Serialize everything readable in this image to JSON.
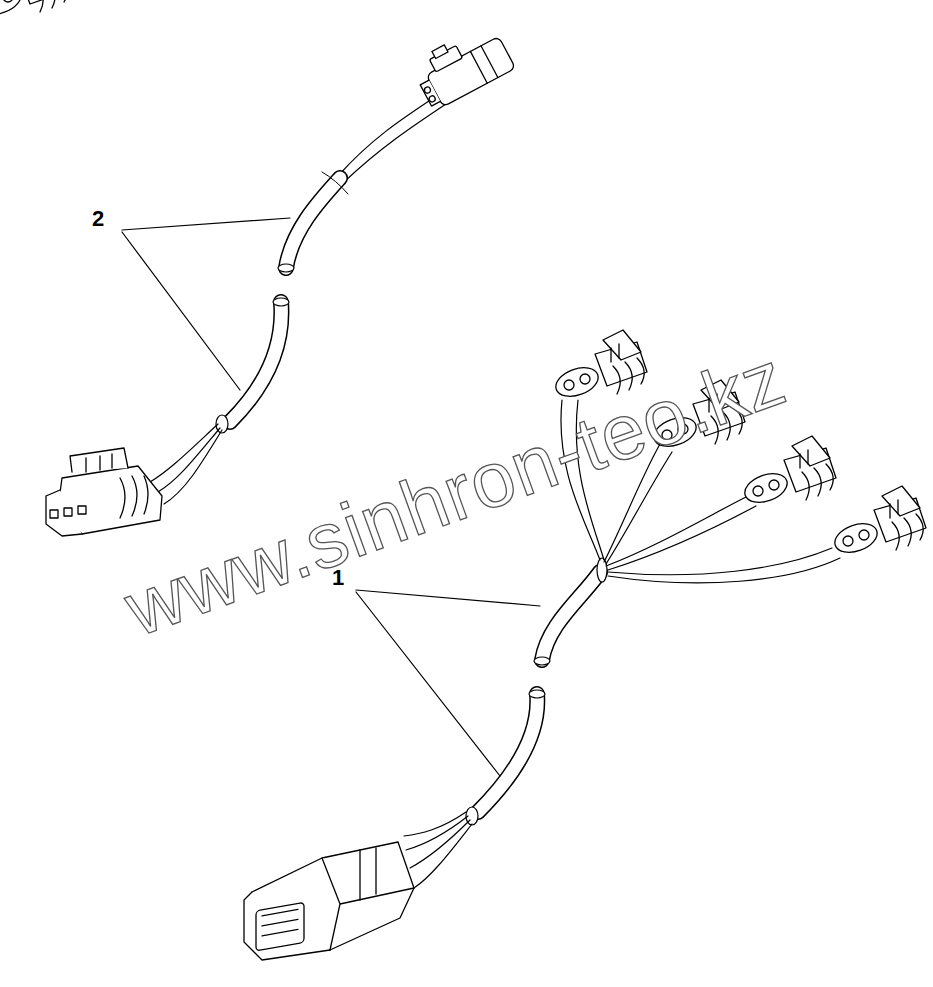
{
  "diagram": {
    "labels": [
      "2",
      "1",
      "www.sinhron-teo.kz"
    ]
  }
}
